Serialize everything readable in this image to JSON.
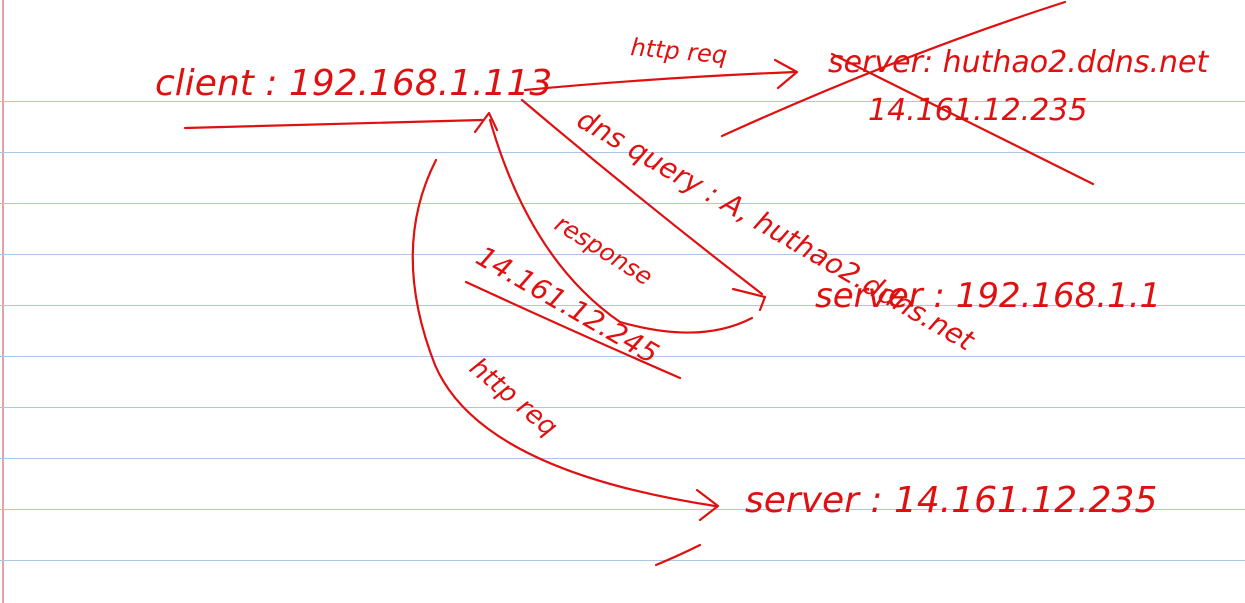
{
  "notes": {
    "client": "client : 192.168.1.113",
    "crossed_out": {
      "arrow_label": "http req",
      "server_name": "server: huthao2.ddns.net",
      "server_ip": "14.161.12.235"
    },
    "dns_query_label": "dns query : A, huthao2.ddns.net",
    "dns_server": "server : 192.168.1.1",
    "response_label": "response",
    "response_ip": "14.161.12.245",
    "http_req_label": "http req",
    "http_server": "server : 14.161.12.235"
  },
  "colors": {
    "ink": "#e01010",
    "ruled_line": "#a9c6e6",
    "margin": "#e3a3a3",
    "paper": "#ffffff"
  }
}
